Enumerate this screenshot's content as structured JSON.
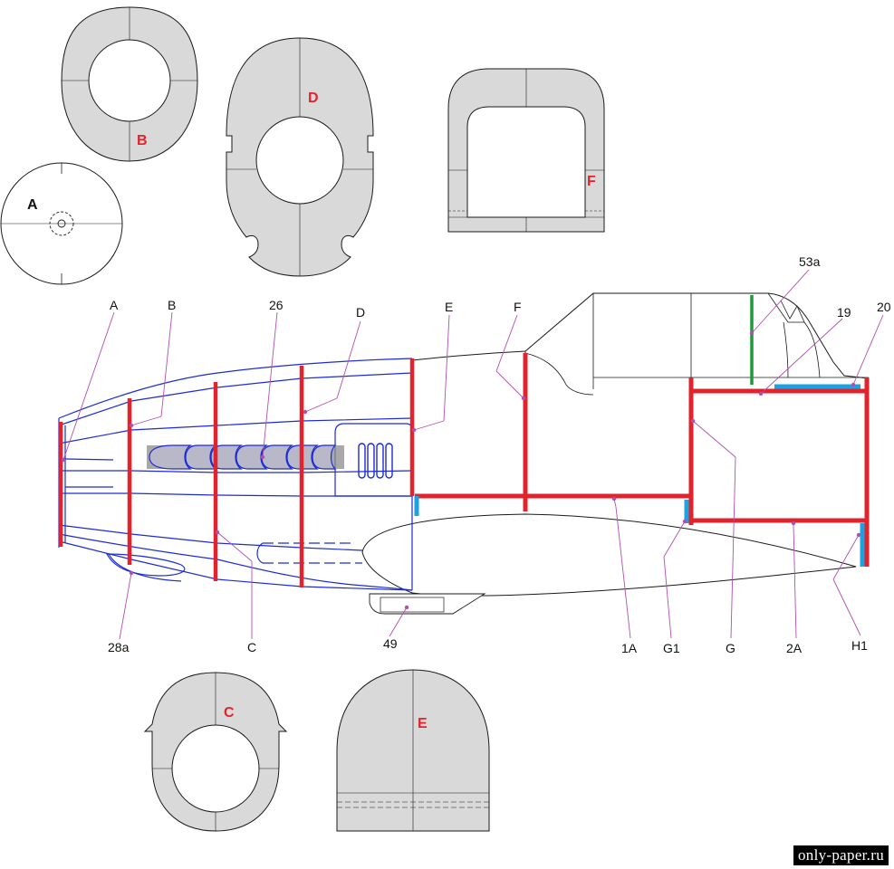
{
  "colors": {
    "part_fill": "#d9d9d9",
    "outline": "#1a1a1a",
    "frame": "#1d2bd6",
    "spar": "#e3232c",
    "tab": "#1aa3e0",
    "green": "#1f9a3a",
    "dot": "#b04fb0",
    "label_red": "#e3232c"
  },
  "former_parts": [
    {
      "id": "A",
      "label": "A"
    },
    {
      "id": "B",
      "label": "B"
    },
    {
      "id": "D",
      "label": "D"
    },
    {
      "id": "F",
      "label": "F"
    },
    {
      "id": "C",
      "label": "C"
    },
    {
      "id": "E",
      "label": "E"
    }
  ],
  "callouts": [
    {
      "id": "A",
      "label": "A"
    },
    {
      "id": "B",
      "label": "B"
    },
    {
      "id": "26",
      "label": "26"
    },
    {
      "id": "D",
      "label": "D"
    },
    {
      "id": "E",
      "label": "E"
    },
    {
      "id": "F",
      "label": "F"
    },
    {
      "id": "53a",
      "label": "53a"
    },
    {
      "id": "19",
      "label": "19"
    },
    {
      "id": "20",
      "label": "20"
    },
    {
      "id": "28a",
      "label": "28a"
    },
    {
      "id": "C",
      "label": "C"
    },
    {
      "id": "49",
      "label": "49"
    },
    {
      "id": "1A",
      "label": "1A"
    },
    {
      "id": "G1",
      "label": "G1"
    },
    {
      "id": "G",
      "label": "G"
    },
    {
      "id": "2A",
      "label": "2A"
    },
    {
      "id": "H1",
      "label": "H1"
    }
  ],
  "watermark": "only-paper.ru"
}
